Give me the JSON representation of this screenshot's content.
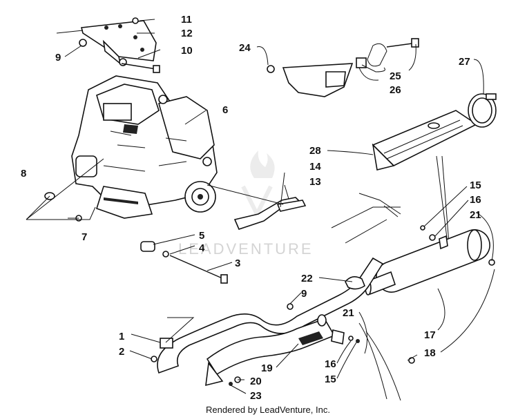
{
  "callouts": {
    "c1": "1",
    "c2": "2",
    "c3": "3",
    "c4": "4",
    "c5": "5",
    "c6": "6",
    "c7": "7",
    "c8": "8",
    "c9a": "9",
    "c9b": "9",
    "c10": "10",
    "c11": "11",
    "c12": "12",
    "c13": "13",
    "c14": "14",
    "c15a": "15",
    "c15b": "15",
    "c16a": "16",
    "c16b": "16",
    "c17": "17",
    "c18": "18",
    "c19": "19",
    "c20": "20",
    "c21a": "21",
    "c21b": "21",
    "c22": "22",
    "c23": "23",
    "c24": "24",
    "c25": "25",
    "c26": "26",
    "c27": "27",
    "c28": "28"
  },
  "watermark": "LEADVENTURE",
  "footer": "Rendered by LeadVenture, Inc."
}
